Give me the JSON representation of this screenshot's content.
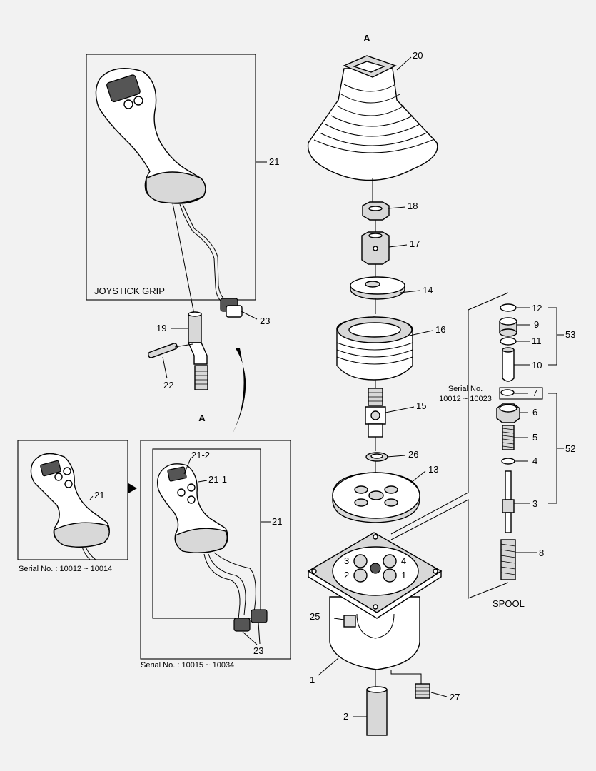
{
  "labels": {
    "joystick_grip": "JOYSTICK GRIP",
    "spool": "SPOOL",
    "serial_a": "Serial No. : 10012 ~ 10014",
    "serial_b": "Serial No. : 10015 ~ 10034",
    "serial_c1": "Serial No.",
    "serial_c2": "10012 ~ 10023",
    "ref_a_top": "A",
    "ref_a_bottom": "A"
  },
  "part_numbers": {
    "p1": "1",
    "p2": "2",
    "p3": "3",
    "p4": "4",
    "p5": "5",
    "p6": "6",
    "p7": "7",
    "p8": "8",
    "p9": "9",
    "p10": "10",
    "p11": "11",
    "p12": "12",
    "p13": "13",
    "p14": "14",
    "p15": "15",
    "p16": "16",
    "p17": "17",
    "p18": "18",
    "p19": "19",
    "p20": "20",
    "p21_main": "21",
    "p21_a": "21",
    "p21_b": "21",
    "p21_1": "21-1",
    "p21_2": "21-2",
    "p22": "22",
    "p23_main": "23",
    "p23_b": "23",
    "p25": "25",
    "p26": "26",
    "p27": "27",
    "p52": "52",
    "p53": "53",
    "port1": "1",
    "port2": "2",
    "port3": "3",
    "port4": "4"
  }
}
